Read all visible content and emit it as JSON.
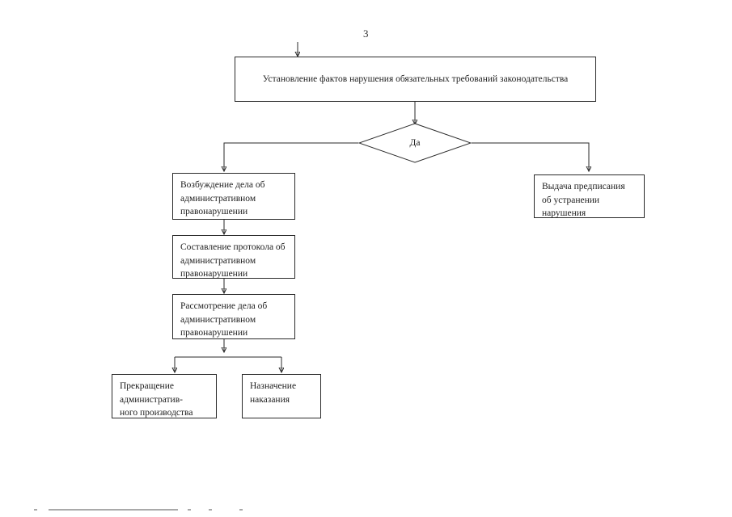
{
  "document": {
    "page_number": "3",
    "language": "ru",
    "background_color": "#ffffff",
    "line_color": "#2a2a2a",
    "text_color": "#1d1d1d"
  },
  "flowchart": {
    "title": "",
    "nodes": {
      "start": {
        "id": "start",
        "shape": "process",
        "text": "Установление фактов нарушения обязательных требований законодательства"
      },
      "decision": {
        "id": "decision",
        "shape": "diamond",
        "text": "Да"
      },
      "case_open": {
        "id": "case_open",
        "shape": "process",
        "text": "Возбуждение дела об административном правонарушении"
      },
      "prescription": {
        "id": "prescription",
        "shape": "process",
        "text": "Выдача предписания об устранении нарушения"
      },
      "protocol": {
        "id": "protocol",
        "shape": "process",
        "text": "Составление протокола об административном правонарушении"
      },
      "review": {
        "id": "review",
        "shape": "process",
        "text": "Рассмотрение дела об административном правонарушении"
      },
      "terminate": {
        "id": "terminate",
        "shape": "process",
        "text": "Прекращение административ-\nного производства"
      },
      "penalty": {
        "id": "penalty",
        "shape": "process",
        "text": "Назначение наказания"
      }
    },
    "edges": [
      {
        "from": "entry",
        "to": "start",
        "label": ""
      },
      {
        "from": "start",
        "to": "decision",
        "label": ""
      },
      {
        "from": "decision",
        "to": "case_open",
        "label": ""
      },
      {
        "from": "decision",
        "to": "prescription",
        "label": ""
      },
      {
        "from": "case_open",
        "to": "protocol",
        "label": ""
      },
      {
        "from": "protocol",
        "to": "review",
        "label": ""
      },
      {
        "from": "review",
        "to": "terminate",
        "label": ""
      },
      {
        "from": "review",
        "to": "penalty",
        "label": ""
      }
    ]
  }
}
